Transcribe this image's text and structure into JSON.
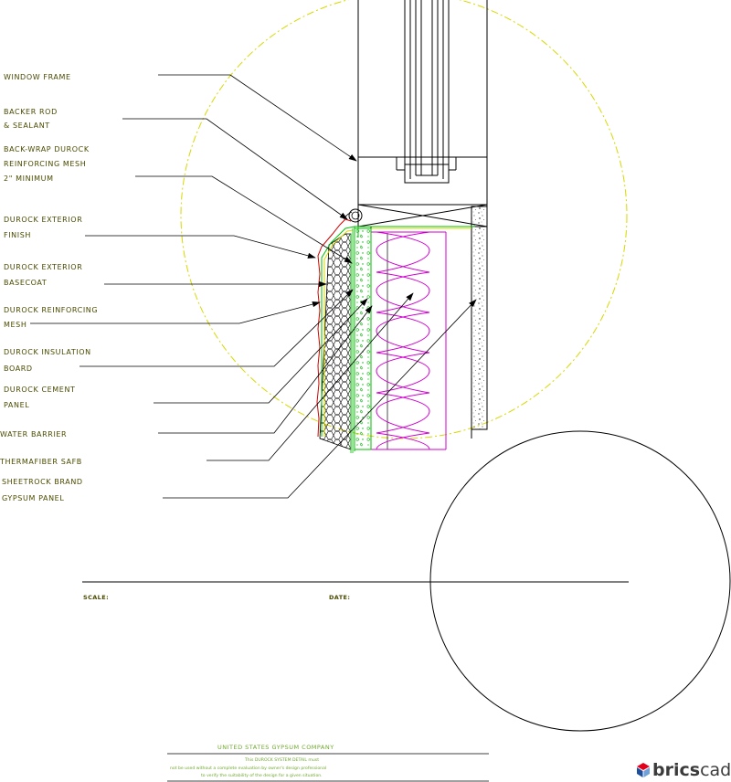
{
  "callouts": [
    "WINDOW FRAME",
    "BACKER ROD",
    "& SEALANT",
    "BACK-WRAP DUROCK",
    "REINFORCING MESH",
    "2\" MINIMUM",
    "DUROCK EXTERIOR",
    "FINISH",
    "DUROCK EXTERIOR",
    "BASECOAT",
    "DUROCK REINFORCING",
    "MESH",
    "DUROCK INSULATION",
    "BOARD",
    "DUROCK CEMENT",
    "PANEL",
    "WATER BARRIER",
    "THERMAFIBER SAFB",
    "SHEETROCK BRAND",
    "GYPSUM PANEL"
  ],
  "title_block": {
    "scale_label": "SCALE:",
    "date_label": "DATE:"
  },
  "footer": {
    "company": "UNITED STATES GYPSUM COMPANY",
    "note_line1": "This DUROCK SYSTEM DETAIL must",
    "note_line2": "not be used without a complete evaluation by owner's design professional",
    "note_line3": "to verify the suitability of the design for a given situation."
  },
  "logo": {
    "text_bold": "brics",
    "text_light": "cad"
  },
  "colors": {
    "label_text": "#4a4a00",
    "leader": "#000000",
    "detail_circle": "#d8d800",
    "insulation": "#d000d0",
    "mesh_green": "#00c000",
    "finish_red": "#d00000",
    "footer_text": "#6fa82e",
    "logo_red": "#e2001a",
    "logo_blue": "#1e4f9a"
  }
}
